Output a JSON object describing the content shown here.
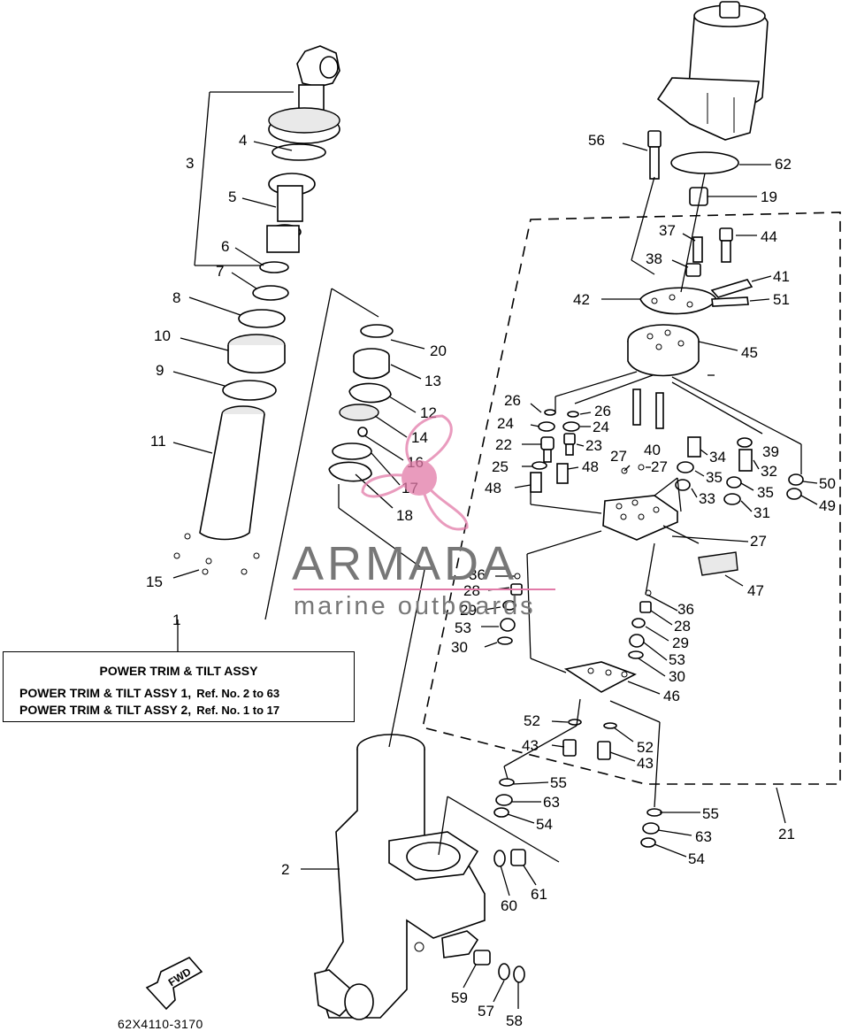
{
  "diagram": {
    "title_box": {
      "heading": "POWER TRIM & TILT ASSY",
      "rows": [
        {
          "name": "POWER TRIM & TILT ASSY 1,",
          "ref": "Ref. No. 2 to 63"
        },
        {
          "name": "POWER TRIM & TILT ASSY 2,",
          "ref": "Ref. No. 1 to 17"
        }
      ]
    },
    "catalog_number": "62X4110-3170",
    "fwd_label": "FWD",
    "watermark": {
      "name": "ARMADA",
      "tagline": "marine outboards"
    },
    "part_numbers": [
      "1",
      "2",
      "3",
      "4",
      "5",
      "6",
      "7",
      "8",
      "9",
      "10",
      "11",
      "12",
      "13",
      "14",
      "15",
      "16",
      "17",
      "18",
      "19",
      "20",
      "21",
      "22",
      "23",
      "24",
      "25",
      "26",
      "27",
      "28",
      "29",
      "30",
      "31",
      "32",
      "33",
      "34",
      "35",
      "36",
      "37",
      "38",
      "39",
      "40",
      "41",
      "42",
      "43",
      "44",
      "45",
      "46",
      "47",
      "48",
      "49",
      "50",
      "51",
      "52",
      "53",
      "54",
      "55",
      "56",
      "57",
      "58",
      "59",
      "60",
      "61",
      "62",
      "63"
    ]
  }
}
